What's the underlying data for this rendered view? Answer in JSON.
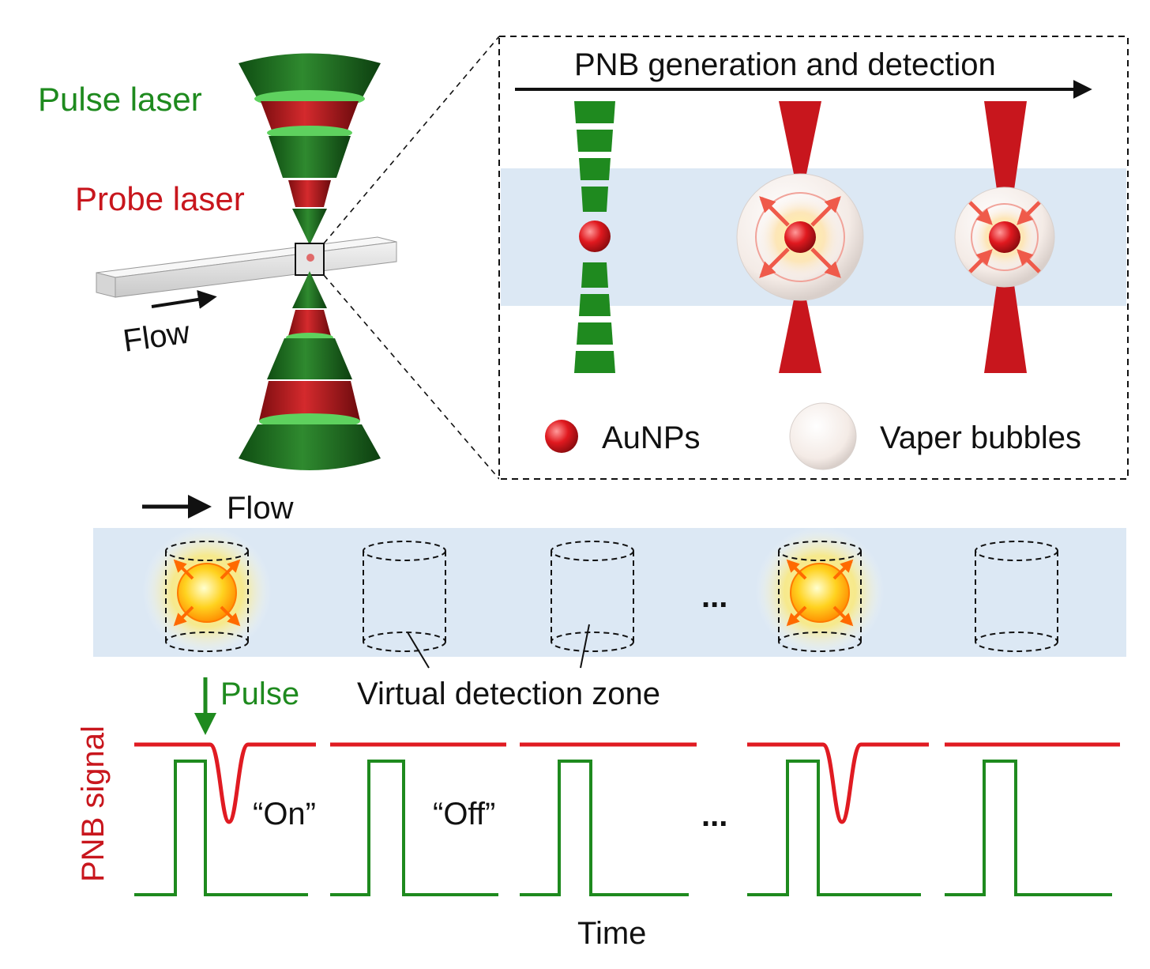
{
  "labels": {
    "pulse_laser": "Pulse laser",
    "probe_laser": "Probe laser",
    "flow_channel": "Flow",
    "flow_main": "Flow",
    "pnb_generation": "PNB generation and detection",
    "legend_aunps": "AuNPs",
    "legend_bubbles": "Vaper bubbles",
    "pulse": "Pulse",
    "virtual_zone": "Virtual detection zone",
    "on": "“On”",
    "off": "“Off”",
    "ellipsis_zones": "...",
    "ellipsis_signal": "...",
    "y_axis": "PNB signal",
    "x_axis": "Time"
  },
  "colors": {
    "green": "#1e7a1e",
    "red": "#c8161d",
    "light_blue": "#dce8f4",
    "black": "#111111"
  },
  "zones": [
    {
      "state": "on"
    },
    {
      "state": "off"
    },
    {
      "state": "off"
    },
    {
      "state": "on"
    },
    {
      "state": "off"
    }
  ],
  "signal_states": [
    "on",
    "off",
    "off",
    "on",
    "off"
  ]
}
